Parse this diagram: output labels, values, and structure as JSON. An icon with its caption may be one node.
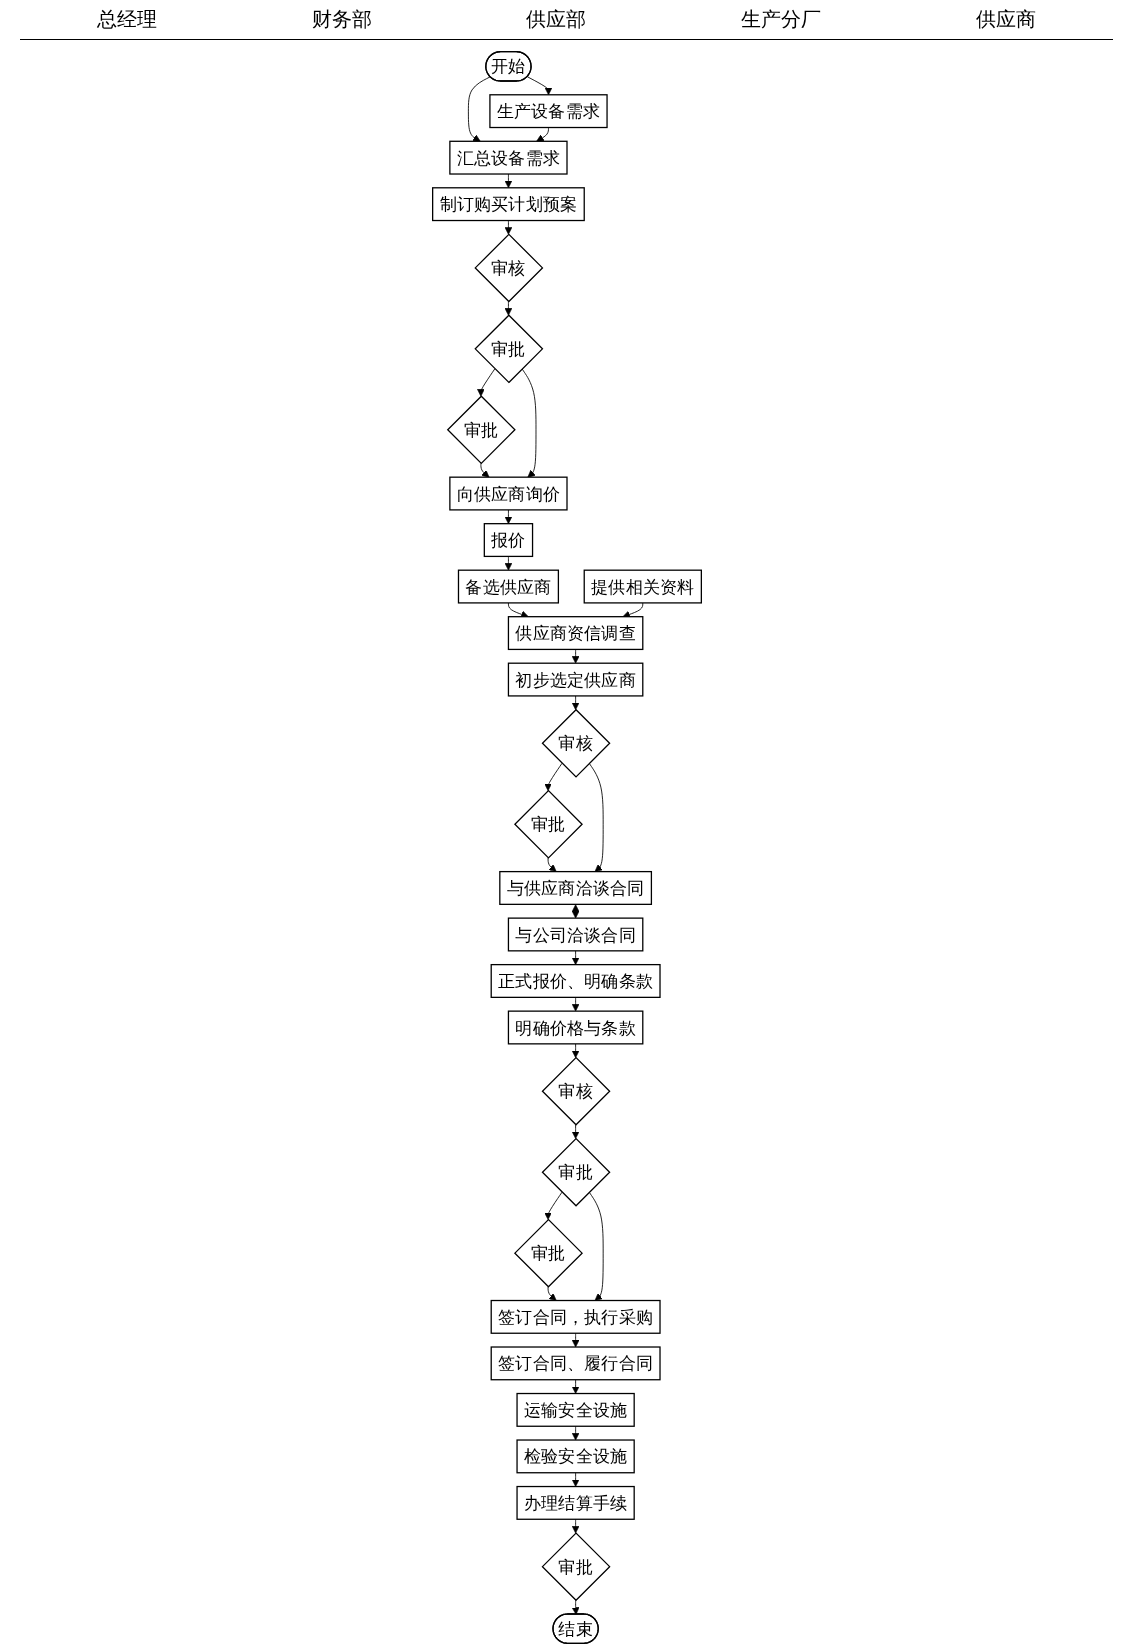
{
  "diagram": {
    "nodes": [
      {
        "text": [
          "开始"
        ]
      },
      {
        "text": [
          "生产设备需求"
        ]
      },
      {
        "text": [
          "汇总设备需求"
        ]
      },
      {
        "text": [
          "制订购买计划预案"
        ]
      },
      {
        "text": [
          "审核"
        ]
      },
      {
        "text": [
          "审批"
        ]
      },
      {
        "text": [
          "审批"
        ]
      },
      {
        "text": [
          "向供应商询价"
        ]
      },
      {
        "text": [
          "报价"
        ]
      },
      {
        "text": [
          "备选供应商"
        ]
      },
      {
        "text": [
          "供应商资信调查"
        ]
      },
      {
        "text": [
          "提供相关资料"
        ]
      },
      {
        "text": [
          "初步选定供应商"
        ]
      },
      {
        "text": [
          "审核"
        ]
      },
      {
        "text": [
          "审批"
        ]
      },
      {
        "text": [
          "与供应商洽谈合同"
        ]
      },
      {
        "text": [
          "与公司洽谈合同"
        ]
      },
      {
        "text": [
          "正式报价、明确条款"
        ]
      },
      {
        "text": [
          "明确价格与条款"
        ]
      },
      {
        "text": [
          "审核"
        ]
      },
      {
        "text": [
          "审批"
        ]
      },
      {
        "text": [
          "审批"
        ]
      },
      {
        "text": [
          "签订合同，执行采购"
        ]
      },
      {
        "text": [
          "签订合同、履行合同"
        ]
      },
      {
        "text": [
          "运输安全设施"
        ]
      },
      {
        "text": [
          "检验安全设施"
        ]
      },
      {
        "text": [
          "办理结算手续"
        ]
      },
      {
        "text": [
          "审批"
        ]
      },
      {
        "text": [
          "结束"
        ]
      }
    ],
    "edges": [
      {
        "from": 0,
        "to": 1,
        "arrow": "to"
      },
      {
        "from": 0,
        "to": 2,
        "arrow": "to"
      },
      {
        "from": 1,
        "to": 2,
        "arrow": "to"
      },
      {
        "from": 2,
        "to": 3,
        "arrow": "to"
      },
      {
        "from": 3,
        "to": 4,
        "arrow": "to"
      },
      {
        "from": 4,
        "to": 5,
        "arrow": "to"
      },
      {
        "from": 5,
        "to": 6,
        "arrow": "to"
      },
      {
        "from": 6,
        "to": 7,
        "arrow": "to"
      },
      {
        "from": 5,
        "to": 7,
        "arrow": "to"
      },
      {
        "from": 7,
        "to": 8,
        "arrow": "to"
      },
      {
        "from": 8,
        "to": 9,
        "arrow": "to"
      },
      {
        "from": 9,
        "to": 10,
        "arrow": "to"
      },
      {
        "from": 11,
        "to": 10,
        "arrow": "to"
      },
      {
        "from": 10,
        "to": 12,
        "arrow": "to"
      },
      {
        "from": 12,
        "to": 13,
        "arrow": "to"
      },
      {
        "from": 13,
        "to": 14,
        "arrow": "to"
      },
      {
        "from": 14,
        "to": 15,
        "arrow": "to"
      },
      {
        "from": 13,
        "to": 15,
        "arrow": "to"
      },
      {
        "from": 15,
        "to": 16,
        "arrow": "both"
      },
      {
        "from": 16,
        "to": 17,
        "arrow": "to"
      },
      {
        "from": 17,
        "to": 18,
        "arrow": "to"
      },
      {
        "from": 18,
        "to": 19,
        "arrow": "to"
      },
      {
        "from": 19,
        "to": 20,
        "arrow": "to"
      },
      {
        "from": 20,
        "to": 21,
        "arrow": "to"
      },
      {
        "from": 21,
        "to": 22,
        "arrow": "to"
      },
      {
        "from": 20,
        "to": 22,
        "arrow": "to"
      },
      {
        "from": 22,
        "to": 23,
        "arrow": "to"
      },
      {
        "from": 23,
        "to": 24,
        "arrow": "to"
      },
      {
        "from": 24,
        "to": 25,
        "arrow": "to"
      },
      {
        "from": 25,
        "to": 26,
        "arrow": "to"
      },
      {
        "from": 26,
        "to": 27,
        "arrow": "to"
      },
      {
        "from": 27,
        "to": 28,
        "arrow": "to"
      }
    ],
    "labels": [
      "总经理",
      "财务部",
      "供应部",
      "生产分厂",
      "供应商"
    ]
  }
}
